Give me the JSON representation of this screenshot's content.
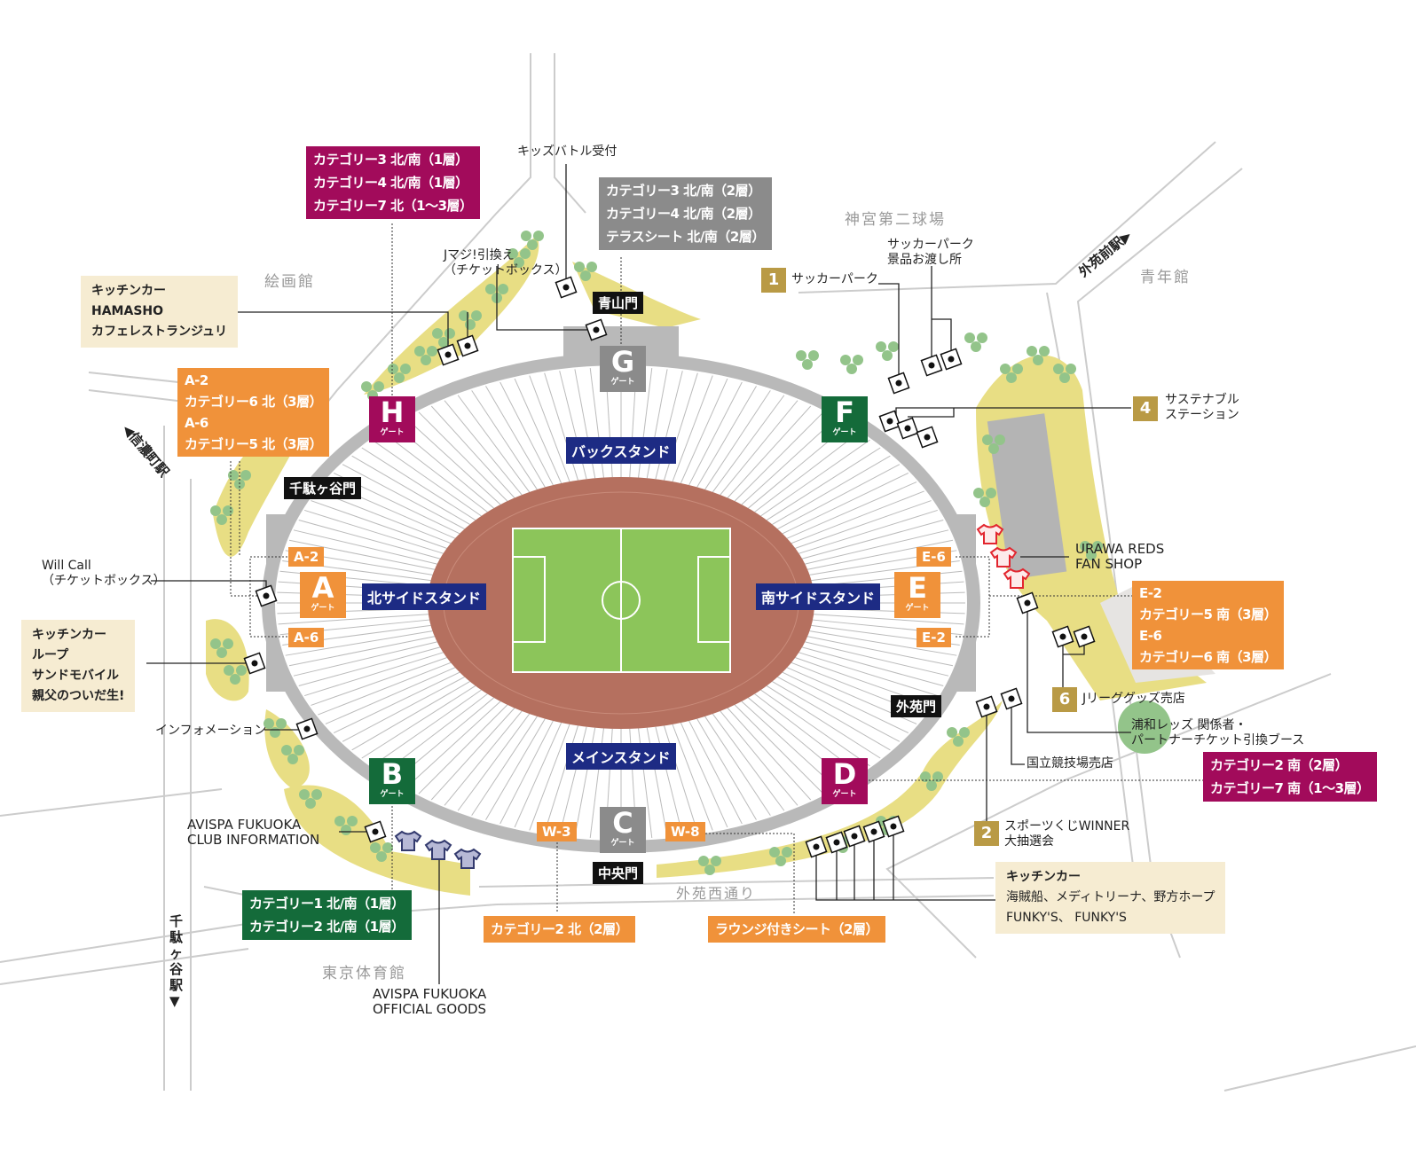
{
  "buildings": {
    "kaigakan": "絵画館",
    "jingu2": "神宮第二球場",
    "seinenkan": "青年館",
    "taiikukan": "東京体育館"
  },
  "stations": {
    "shinanomachi": "◀信濃町駅",
    "gaienmae": "外苑前駅▶",
    "sendagaya": "千駄ヶ谷駅▼"
  },
  "street": "外苑西通り",
  "gates": [
    {
      "letter": "G",
      "sub": "ゲート",
      "color": "#8b8b8b"
    },
    {
      "letter": "H",
      "sub": "ゲート",
      "color": "#a20b5b"
    },
    {
      "letter": "F",
      "sub": "ゲート",
      "color": "#146b3a"
    },
    {
      "letter": "A",
      "sub": "ゲート",
      "color": "#f0923a"
    },
    {
      "letter": "E",
      "sub": "ゲート",
      "color": "#f0923a"
    },
    {
      "letter": "B",
      "sub": "ゲート",
      "color": "#146b3a"
    },
    {
      "letter": "D",
      "sub": "ゲート",
      "color": "#a20b5b"
    },
    {
      "letter": "C",
      "sub": "ゲート",
      "color": "#8b8b8b"
    }
  ],
  "mon": {
    "aoyama": "青山門",
    "sendagaya": "千駄ヶ谷門",
    "gaien": "外苑門",
    "chuo": "中央門"
  },
  "stands": {
    "back": "バックスタンド",
    "north": "北サイドスタンド",
    "south": "南サイドスタンド",
    "main": "メインスタンド"
  },
  "small_tags": {
    "a2": "A-2",
    "a6": "A-6",
    "e6": "E-6",
    "e2": "E-2",
    "w3": "W-3",
    "w8": "W-8"
  },
  "seat_boxes": {
    "top_magenta": [
      "カテゴリー3 北/南（1層）",
      "カテゴリー4 北/南（1層）",
      "カテゴリー7 北（1〜3層）"
    ],
    "top_grey": [
      "カテゴリー3 北/南（2層）",
      "カテゴリー4 北/南（2層）",
      "テラスシート 北/南（2層）"
    ],
    "a_orange": [
      "A-2",
      "カテゴリー6 北（3層）",
      "A-6",
      "カテゴリー5 北（3層）"
    ],
    "e_orange": [
      "E-2",
      "カテゴリー5 南（3層）",
      "E-6",
      "カテゴリー6 南（3層）"
    ],
    "d_magenta": [
      "カテゴリー2 南（2層）",
      "カテゴリー7 南（1〜3層）"
    ],
    "b_green": [
      "カテゴリー1 北/南（1層）",
      "カテゴリー2 北/南（1層）"
    ],
    "w3_orange": "カテゴリー2 北（2層）",
    "w8_orange": "ラウンジ付きシート（2層）"
  },
  "kitchen_cars": [
    {
      "title": "キッチンカー",
      "lines": [
        "HAMASHO",
        "カフェレストランジュリ"
      ]
    },
    {
      "title": "キッチンカー",
      "lines": [
        "ループ",
        "サンドモバイル",
        "親父のついだ生!"
      ]
    },
    {
      "title": "キッチンカー",
      "lines": [
        "海賊船、メディトリーナ、野方ホープ",
        "FUNKY'S、 FUNKY'S"
      ]
    }
  ],
  "labels": {
    "kids": "キッズバトル受付",
    "jmaji": [
      "Jマジ!引換え",
      "（チケットボックス）"
    ],
    "soccer_prize": [
      "サッカーパーク",
      "景品お渡し所"
    ],
    "willcall": [
      "Will Call",
      "（チケットボックス）"
    ],
    "urawa_shop": [
      "URAWA REDS",
      "FAN SHOP"
    ],
    "info": "インフォメーション",
    "urawa_booth": [
      "浦和レッズ 関係者・",
      "パートナーチケット引換ブース"
    ],
    "kokuritsu_shop": "国立競技場売店",
    "avispa_info": [
      "AVISPA FUKUOKA",
      "CLUB INFORMATION"
    ],
    "avispa_goods": [
      "AVISPA FUKUOKA",
      "OFFICIAL GOODS"
    ]
  },
  "numbered": [
    {
      "n": "1",
      "text": "サッカーパーク"
    },
    {
      "n": "4",
      "lines": [
        "サステナブル",
        "ステーション"
      ]
    },
    {
      "n": "6",
      "text": "Jリーググッズ売店"
    },
    {
      "n": "2",
      "lines": [
        "スポーツくじWINNER",
        "大抽選会"
      ]
    }
  ],
  "colors": {
    "track": "#b5705f",
    "field": "#8cc55a",
    "ring": "#b9b9b9",
    "tree": "#e8de84",
    "leaf": "#93c48a"
  }
}
